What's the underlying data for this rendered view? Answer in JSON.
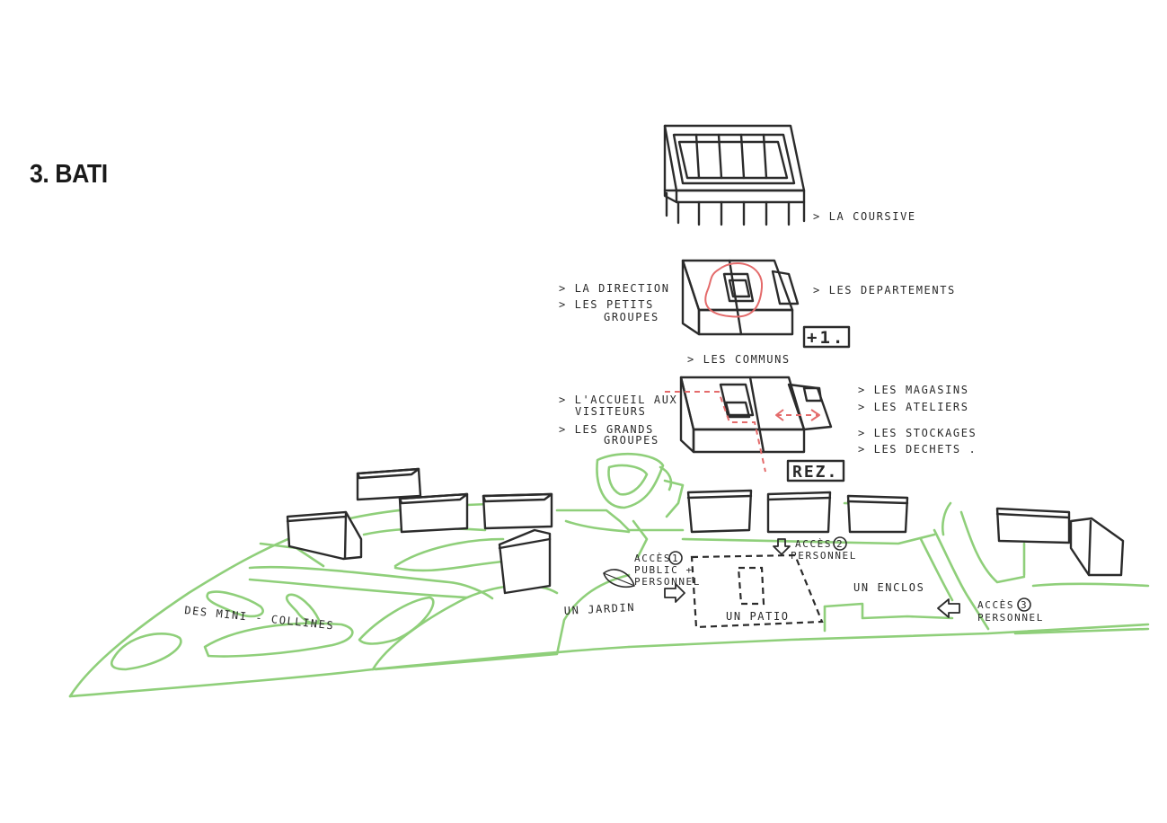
{
  "title": "3. BATI",
  "colors": {
    "ink": "#2b2b2b",
    "landscape_green": "#8fcf7a",
    "circulation_red": "#e46b6b"
  },
  "floors": {
    "roof": {
      "labels": [
        "> LA COURSIVE"
      ]
    },
    "first": {
      "level_tag": "+1.",
      "labels_left": [
        "> LA DIRECTION",
        "> LES PETITS",
        "GROUPES"
      ],
      "labels_right": [
        "> LES DEPARTEMENTS"
      ],
      "label_below": "> LES COMMUNS"
    },
    "ground": {
      "level_tag": "REZ.",
      "labels_left": [
        "> L'ACCUEIL AUX",
        "VISITEURS",
        "> LES GRANDS",
        "GROUPES"
      ],
      "labels_right": [
        "> LES MAGASINS",
        "> LES ATELIERS",
        "> LES STOCKAGES",
        "> LES DECHETS ."
      ]
    }
  },
  "site": {
    "labels": {
      "hills": "DES MINI - COLLINES",
      "garden": "UN JARDIN",
      "patio": "UN PATIO",
      "enclosure": "UN ENCLOS"
    },
    "accesses": [
      {
        "number": "1",
        "lines": [
          "ACCÈS",
          "PUBLIC +",
          "PERSONNEL"
        ]
      },
      {
        "number": "2",
        "lines": [
          "ACCÈS",
          "PERSONNEL"
        ]
      },
      {
        "number": "3",
        "lines": [
          "ACCÈS",
          "PERSONNEL"
        ]
      }
    ]
  }
}
